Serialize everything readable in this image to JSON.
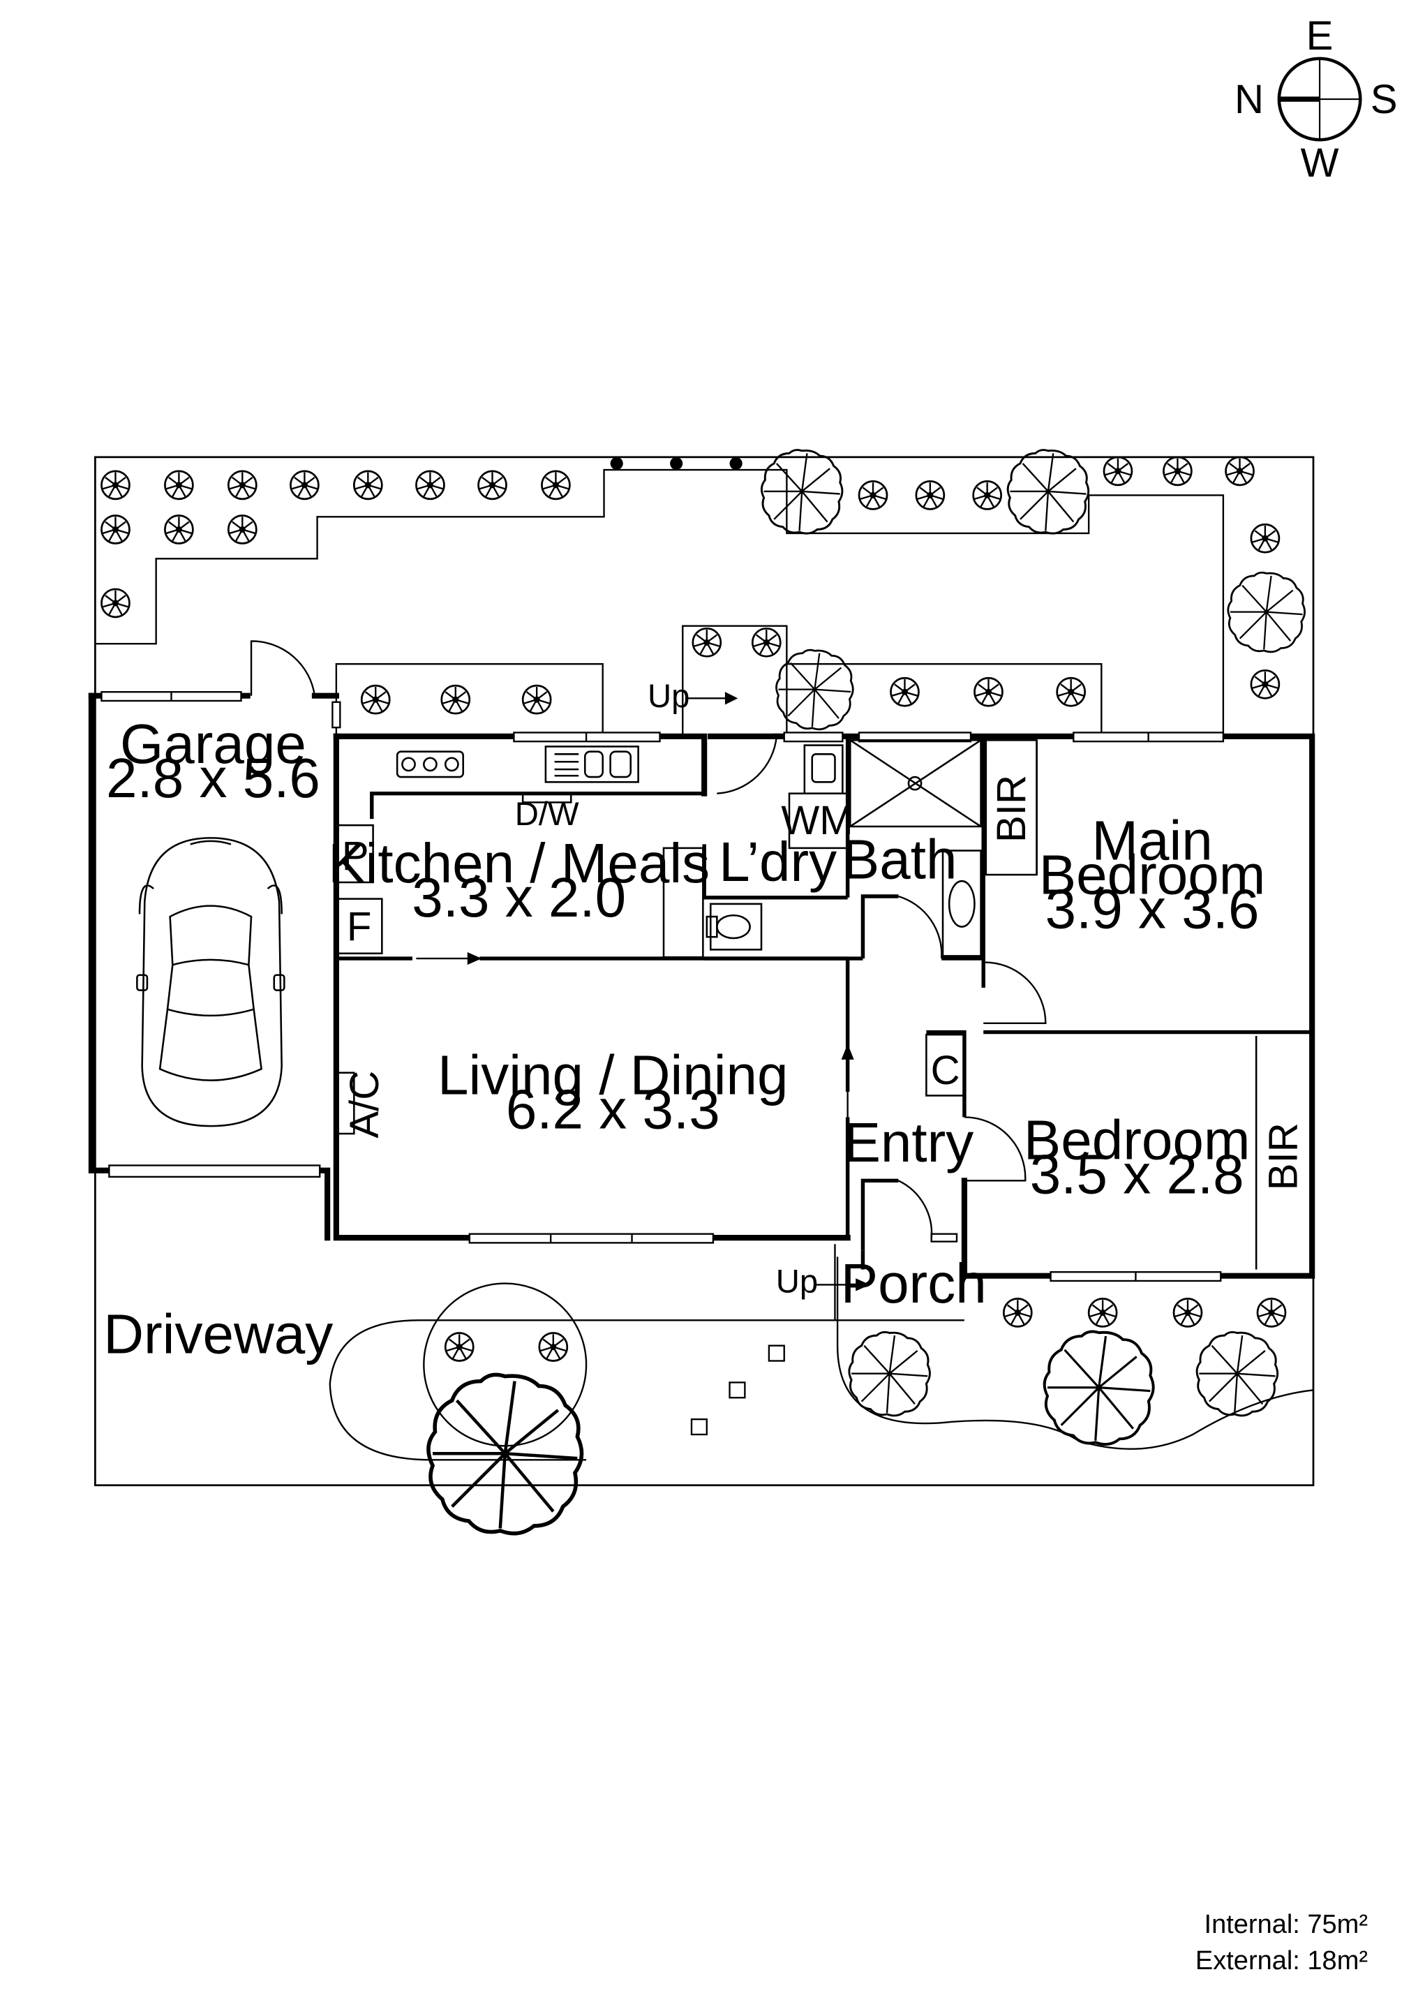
{
  "compass": {
    "north": "N",
    "east": "E",
    "south": "S",
    "west": "W"
  },
  "rooms": {
    "garage": {
      "name": "Garage",
      "size": "2.8 x 5.6"
    },
    "kitchen": {
      "name": "Kitchen / Meals",
      "size": "3.3 x 2.0"
    },
    "laundry": {
      "name": "L’dry"
    },
    "bath": {
      "name": "Bath"
    },
    "main_bedroom": {
      "name_line1": "Main",
      "name_line2": "Bedroom",
      "size": "3.9 x 3.6"
    },
    "living": {
      "name": "Living / Dining",
      "size": "6.2 x 3.3"
    },
    "entry": {
      "name": "Entry"
    },
    "bedroom": {
      "name": "Bedroom",
      "size": "3.5 x 2.8"
    },
    "porch": {
      "name": "Porch"
    },
    "driveway": {
      "name": "Driveway"
    }
  },
  "fixtures": {
    "dishwasher": "D/W",
    "washing_machine": "WM",
    "pantry": "P",
    "fridge": "F",
    "air_conditioner": "A/C",
    "cupboard": "C",
    "bir_main": "BIR",
    "bir_bedroom": "BIR",
    "step_rear": "Up",
    "step_front": "Up"
  },
  "areas": {
    "internal": "Internal: 75m²",
    "external": "External: 18m²"
  }
}
